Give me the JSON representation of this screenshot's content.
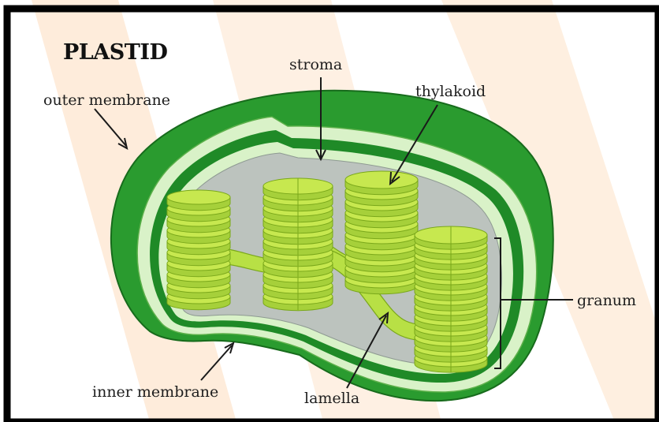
{
  "title": "PLASTID",
  "labels": {
    "outer_membrane": "outer membrane",
    "stroma": "stroma",
    "thylakoid": "thylakoid",
    "granum": "granum",
    "inner_membrane": "inner membrane",
    "lamella": "lamella"
  },
  "colors": {
    "outer_membrane": "#2a9b2f",
    "thylakoid_fill": "#c7e84f",
    "thylakoid_edge": "#7aa81a",
    "stroma": "#bcc3be",
    "pale_membrane": "#d9f2c8"
  }
}
